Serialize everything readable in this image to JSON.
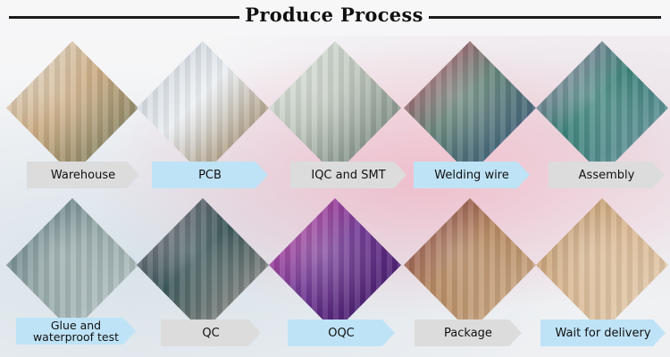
{
  "header": {
    "title": "Produce Process"
  },
  "steps": [
    {
      "label": "Warehouse",
      "icon": "warehouse-shelves-photo",
      "label_style": "gray",
      "colors": [
        "#c9a77b",
        "#e7e4dd",
        "#6c7a64"
      ]
    },
    {
      "label": "PCB",
      "icon": "pcb-reels-photo",
      "label_style": "blue",
      "colors": [
        "#e9eef2",
        "#b9c3cc",
        "#8a6a3f"
      ]
    },
    {
      "label": "IQC and SMT",
      "icon": "smt-machine-photo",
      "label_style": "gray",
      "colors": [
        "#b9c3b8",
        "#e6ece8",
        "#6a7a73"
      ]
    },
    {
      "label": "Welding wire",
      "icon": "welding-workers-photo",
      "label_style": "blue",
      "colors": [
        "#5d7f73",
        "#d04a64",
        "#3b5a86"
      ]
    },
    {
      "label": "Assembly",
      "icon": "assembly-line-photo",
      "label_style": "gray",
      "colors": [
        "#2f7b71",
        "#b58ab0",
        "#8aa6b6"
      ]
    },
    {
      "label": "Glue and\nwaterproof test",
      "icon": "glue-test-photo",
      "label_style": "blue",
      "colors": [
        "#8fa3a4",
        "#4b6a70",
        "#c7d2d3"
      ]
    },
    {
      "label": "QC",
      "icon": "qc-inspection-photo",
      "label_style": "gray",
      "colors": [
        "#2f4d4f",
        "#8f7d8d",
        "#c1b2ad"
      ]
    },
    {
      "label": "OQC",
      "icon": "oqc-aging-photo",
      "label_style": "blue",
      "colors": [
        "#6b2f8f",
        "#d24aa4",
        "#3d1f63"
      ]
    },
    {
      "label": "Package",
      "icon": "package-boxes-photo",
      "label_style": "gray",
      "colors": [
        "#b28257",
        "#7a2f3c",
        "#d8bfa2"
      ]
    },
    {
      "label": "Wait for delivery",
      "icon": "cartons-stack-photo",
      "label_style": "blue",
      "colors": [
        "#d8b48c",
        "#b08758",
        "#e7d7c0"
      ]
    }
  ]
}
